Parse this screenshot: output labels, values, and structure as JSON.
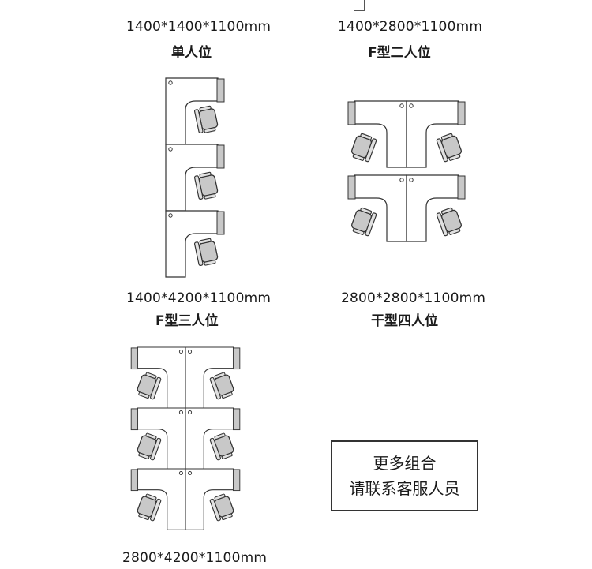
{
  "layouts": [
    {
      "dimension": "1400*1400*1100mm",
      "name": "单人位"
    },
    {
      "dimension": "1400*2800*1100mm",
      "name": "F型二人位"
    },
    {
      "dimension": "1400*4200*1100mm",
      "name": "F型三人位"
    },
    {
      "dimension": "2800*2800*1100mm",
      "name": "干型四人位"
    },
    {
      "dimension": "2800*4200*1100mm",
      "name": ""
    }
  ],
  "contact": {
    "line1": "更多组合",
    "line2": "请联系客服人员"
  }
}
